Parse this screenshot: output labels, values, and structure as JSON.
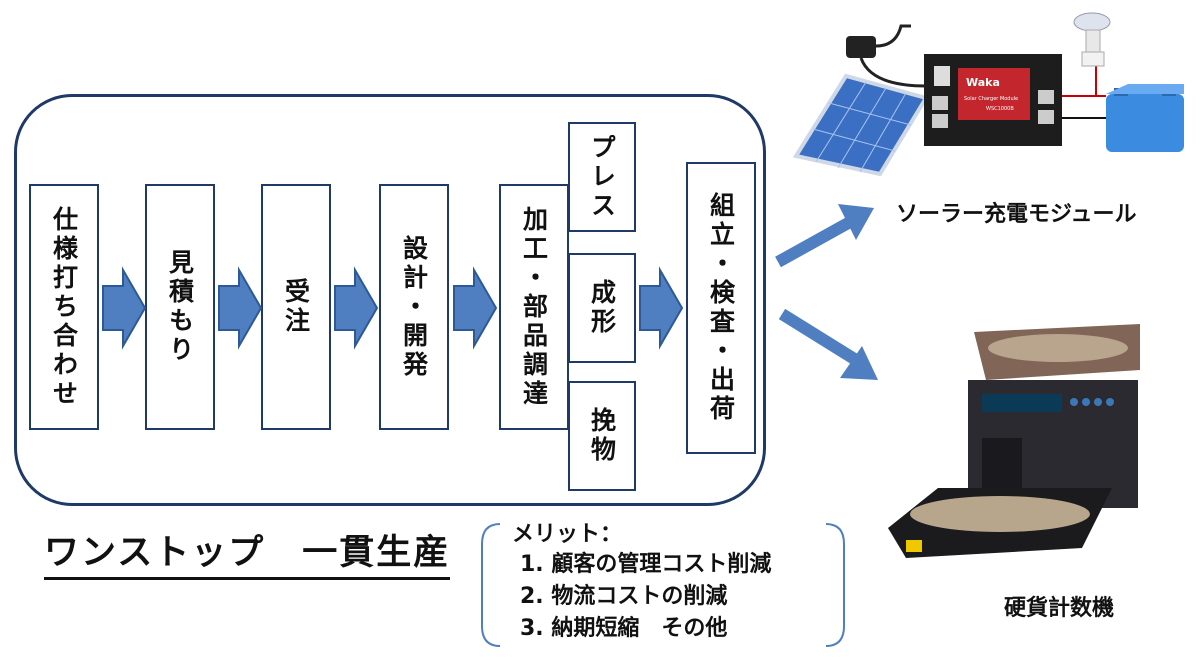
{
  "flow": {
    "steps": [
      "仕様打ち合わせ",
      "見積もり",
      "受注",
      "設計・開発",
      "加工・部品調達"
    ],
    "sub_processes": [
      "プレス",
      "成形",
      "挽物"
    ],
    "final_step": "組立・検査・出荷"
  },
  "title": "ワンストップ　一貫生産",
  "merits": {
    "heading": "メリット：",
    "items": [
      "1.  顧客の管理コスト削減",
      "2.  物流コストの削減",
      "3.  納期短縮　その他"
    ]
  },
  "products": [
    {
      "caption": "ソーラー充電モジュール",
      "board_brand": "Waka",
      "board_label": "Solar Charger Module",
      "board_model": "WSC1000B"
    },
    {
      "caption": "硬貨計数機"
    }
  ],
  "colors": {
    "frame": "#1f3a66",
    "arrow": "#4f7fc0",
    "arrow_dark": "#2d5a96"
  }
}
